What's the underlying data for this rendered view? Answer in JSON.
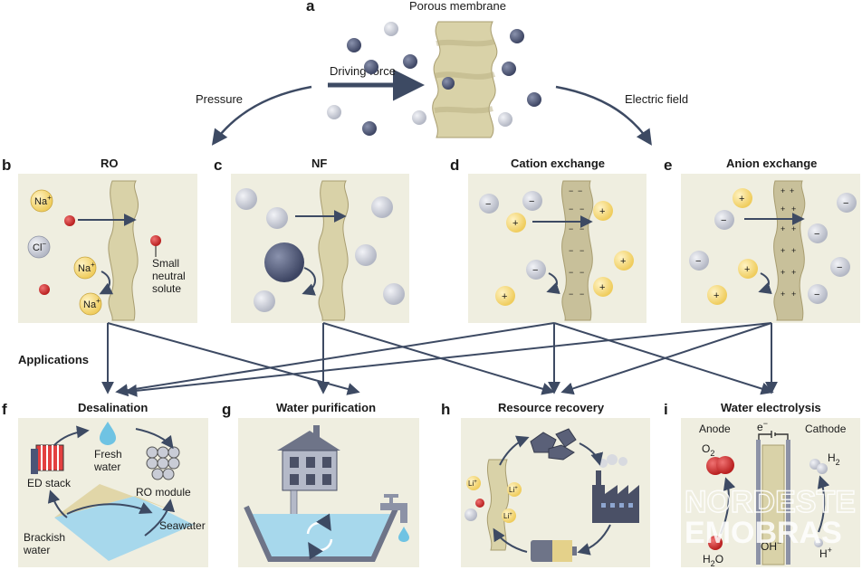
{
  "panel_a": {
    "letter": "a",
    "membrane_label": "Porous membrane",
    "driving_force": "Driving force",
    "left_arrow": "Pressure",
    "right_arrow": "Electric field"
  },
  "panel_b": {
    "letter": "b",
    "title": "RO",
    "ions": {
      "na": "Na",
      "na_sup": "+",
      "cl": "Cl",
      "cl_sup": "−"
    },
    "solute_label_1": "Small",
    "solute_label_2": "neutral",
    "solute_label_3": "solute"
  },
  "panel_c": {
    "letter": "c",
    "title": "NF"
  },
  "panel_d": {
    "letter": "d",
    "title": "Cation exchange",
    "minus": "−",
    "plus": "+"
  },
  "panel_e": {
    "letter": "e",
    "title": "Anion exchange",
    "minus": "−",
    "plus": "+"
  },
  "applications_label": "Applications",
  "panel_f": {
    "letter": "f",
    "title": "Desalination",
    "fresh_1": "Fresh",
    "fresh_2": "water",
    "ed_stack": "ED stack",
    "ro_module": "RO module",
    "brackish_1": "Brackish",
    "brackish_2": "water",
    "seawater": "Seawater"
  },
  "panel_g": {
    "letter": "g",
    "title": "Water purification"
  },
  "panel_h": {
    "letter": "h",
    "title": "Resource recovery",
    "li": "Li",
    "li_sup": "+"
  },
  "panel_i": {
    "letter": "i",
    "title": "Water electrolysis",
    "anode": "Anode",
    "cathode": "Cathode",
    "electron": "e",
    "electron_sup": "−",
    "o2": "O",
    "o2_sub": "2",
    "h2": "H",
    "h2_sub": "2",
    "oh": "OH",
    "oh_sup": "−",
    "h2o": "H",
    "h2o_sub": "2",
    "h2o_end": "O",
    "hplus": "H",
    "hplus_sup": "+"
  },
  "watermark": {
    "line1": "NORDESTE",
    "line2": "EMOBRAS"
  },
  "colors": {
    "panel_bg": "#efeee0",
    "membrane": "#d9d2a8",
    "membrane_dark": "#b8ad80",
    "arrow": "#3d4a63",
    "ion_grey": "#c9ccd6",
    "ion_dark": "#5a6280",
    "ion_yellow": "#f6dc82",
    "solute_red": "#d63a3a",
    "water_blue": "#a7d8ec"
  }
}
